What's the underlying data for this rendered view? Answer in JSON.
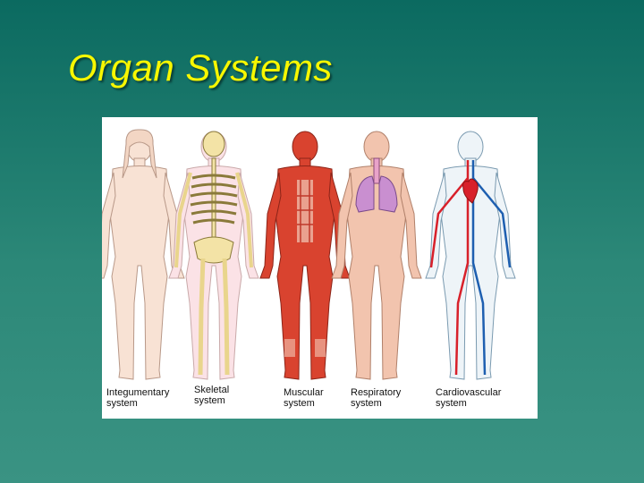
{
  "slide": {
    "title": "Organ Systems"
  },
  "figure": {
    "labels": [
      {
        "line1": "Integumentary",
        "line2": "system"
      },
      {
        "line1": "Skeletal",
        "line2": "system"
      },
      {
        "line1": "Muscular",
        "line2": "system"
      },
      {
        "line1": "Respiratory",
        "line2": "system"
      },
      {
        "line1": "Cardiovascular",
        "line2": "system"
      }
    ]
  },
  "colors": {
    "background": "#0b6a60",
    "title": "#f7f700",
    "skin": "#f8e2d4",
    "bone": "#f3e3a6",
    "muscle": "#d9432f",
    "lung": "#c98fd0",
    "artery": "#d8202a",
    "vein": "#1e5fb0"
  }
}
